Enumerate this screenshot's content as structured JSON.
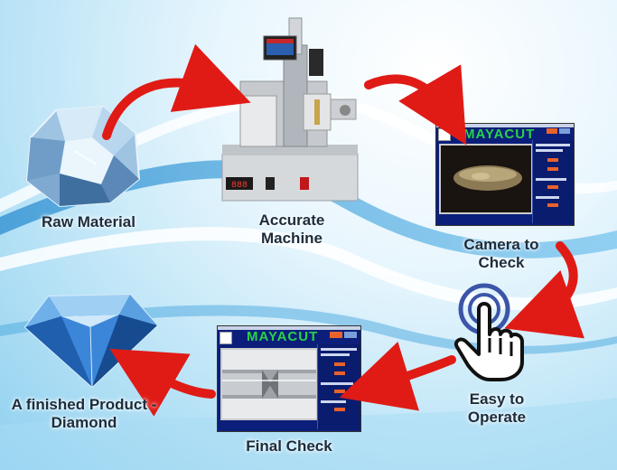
{
  "steps": [
    {
      "label": "Raw Material"
    },
    {
      "label": "Accurate Machine"
    },
    {
      "label": "Camera to Check"
    },
    {
      "label": "Easy to Operate"
    },
    {
      "label": "Final Check"
    },
    {
      "label": "A finished Product - Diamond"
    }
  ],
  "screens": {
    "brand": "MAYACUT"
  },
  "colors": {
    "arrow": "#e01b16",
    "text": "#1d2c3c",
    "screen_bg": "#0b1f7a",
    "brand": "#2ad14a"
  },
  "icons": [
    "raw-diamond-icon",
    "cutting-machine-icon",
    "touch-hand-icon",
    "diamond-icon"
  ]
}
